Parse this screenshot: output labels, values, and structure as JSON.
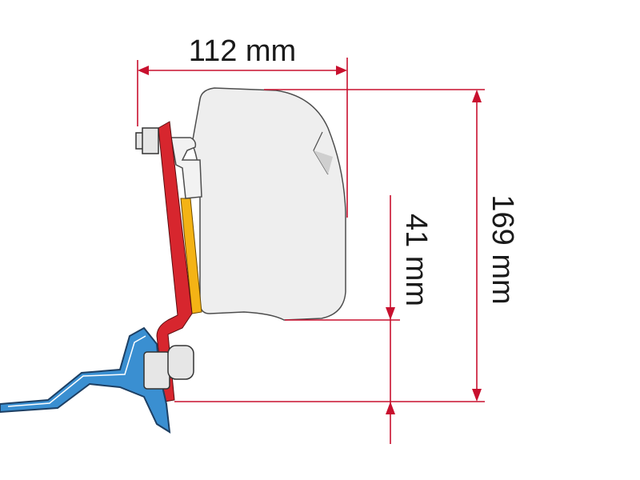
{
  "dimensions": {
    "width_label": "112 mm",
    "overall_height_label": "169 mm",
    "lower_height_label": "41 mm"
  },
  "colors": {
    "dimension_line": "#c8102e",
    "awning_fill": "#eeeeee",
    "awning_stroke": "#4d4d4d",
    "red_plate": "#d7262e",
    "yellow_bracket": "#f4b315",
    "blue_rail": "#3a8fd1",
    "bolt_fill": "#e6e6e6"
  },
  "icons": {
    "awning": "awning-profile-icon",
    "bracket": "mounting-bracket-icon",
    "rail": "roof-rail-icon"
  }
}
